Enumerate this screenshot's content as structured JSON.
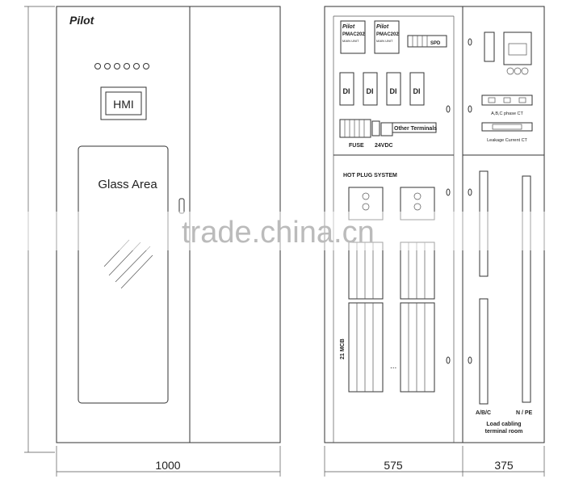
{
  "brand": "Pilot",
  "front": {
    "hmi": "HMI",
    "glass": "Glass Area",
    "width_dim": "1000"
  },
  "left_panel": {
    "meters": [
      {
        "line1": "Pilot",
        "line2": "PMAC202",
        "line3": "MAIN UNIT"
      },
      {
        "line1": "Pilot",
        "line2": "PMAC202",
        "line3": "MAIN UNIT"
      }
    ],
    "spd": "SPD",
    "di": [
      "DI",
      "DI",
      "DI",
      "DI"
    ],
    "other_terminals": "Other Terminals",
    "fuse": "FUSE",
    "vdc": "24VDC",
    "hot_plug": "HOT PLUG SYSTEM",
    "mcb": "21 MCB",
    "dots": "...",
    "width_dim": "575"
  },
  "right_panel": {
    "ct_phase": "A,B,C phase CT",
    "ct_leak": "Leakage Current CT",
    "abc": "A/B/C",
    "npe": "N / PE",
    "load1": "Load cabling",
    "load2": "terminal room",
    "width_dim": "375"
  },
  "watermark": "trade.china.cn"
}
